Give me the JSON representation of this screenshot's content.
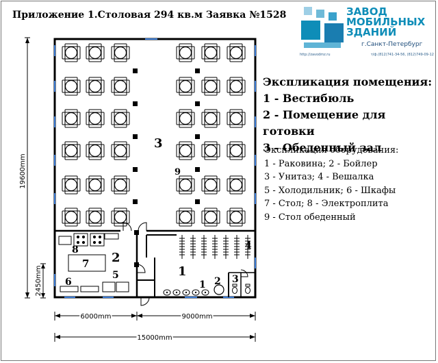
{
  "header": {
    "title": "Приложение 1.Столовая  294 кв.м Заявка  №1528"
  },
  "logo": {
    "line1": "ЗАВОД",
    "line2": "МОБИЛЬНЫХ",
    "line3": "ЗДАНИЙ",
    "city": "г.Санкт-Петербург",
    "site": "http://zavodmz.ru",
    "phones": "т/ф.(812)741-34-56, (812)749-09-12",
    "accent_color": "#0e8db8"
  },
  "rooms_legend": {
    "title": "Экспликация помещения:",
    "items": [
      "1 - Вестибюль",
      "2 - Помещение для готовки",
      "3 - Обеденный зал"
    ]
  },
  "equipment_legend": {
    "title": "Экспликация оборудования:",
    "items": [
      "1 - Раковина; 2 - Бойлер",
      "3 - Унитаз; 4 - Вешалка",
      "5 - Холодильник; 6 - Шкафы",
      "7 - Стол; 8 - Электроплита",
      "9 - Стол обеденный"
    ]
  },
  "plan_labels": {
    "room1": "1",
    "room2": "2",
    "room3": "3",
    "eq1": "1",
    "eq2": "2",
    "eq3": "3",
    "eq4": "4",
    "eq5": "5",
    "eq6": "6",
    "eq7": "7",
    "eq8": "8",
    "eq9": "9"
  },
  "dimensions": {
    "total_height": "19600mm",
    "small_height": "2450mm",
    "left_width": "6000mm",
    "right_width": "9000mm",
    "total_width": "15000mm"
  }
}
